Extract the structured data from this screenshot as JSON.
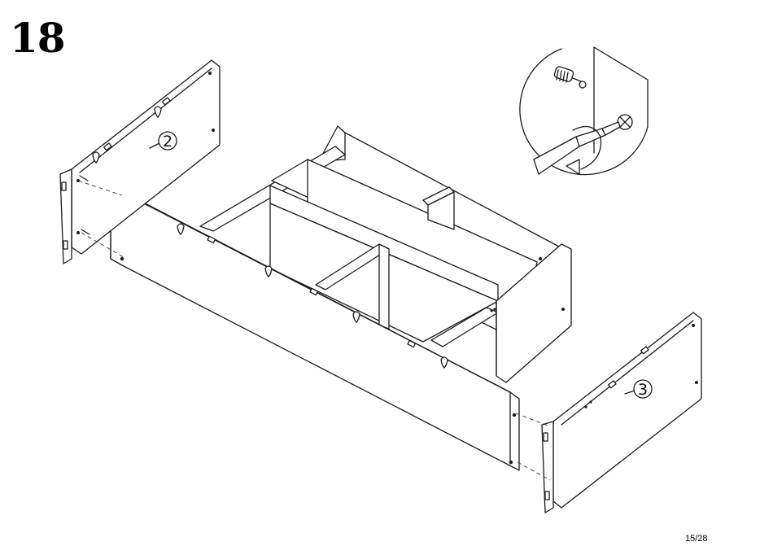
{
  "step": {
    "number": "18"
  },
  "callouts": [
    {
      "id": "part-2",
      "label": "2"
    },
    {
      "id": "part-3",
      "label": "3"
    }
  ],
  "page": {
    "number": "15/28"
  },
  "icons": [
    "cam-lock-icon",
    "screwdriver-icon",
    "dowel-icon",
    "rotate-arrow-icon"
  ],
  "colors": {
    "line": "#1a1a1a",
    "background": "#ffffff"
  }
}
